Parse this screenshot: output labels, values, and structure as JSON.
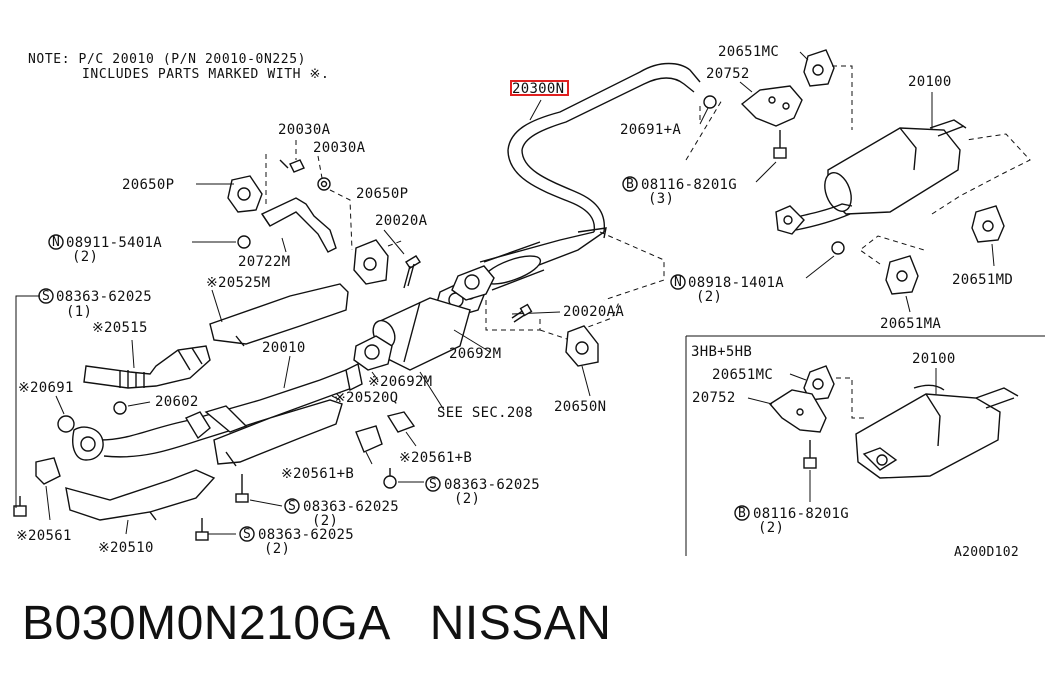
{
  "note": {
    "line1": "NOTE: P/C 20010 (P/N 20010-0N225)",
    "line2": "INCLUDES PARTS MARKED WITH ※."
  },
  "highlight_color": "#e02020",
  "labels": {
    "p20300N": "20300N",
    "p20651MC": "20651MC",
    "p20752": "20752",
    "p20100": "20100",
    "p20691A": "20691+A",
    "p08116_qty": "(3)",
    "p08116": "08116-8201G",
    "p20030A_1": "20030A",
    "p20030A_2": "20030A",
    "p20650P_1": "20650P",
    "p20650P_2": "20650P",
    "p20020A": "20020A",
    "p08911": "08911-5401A",
    "p08911_qty": "(2)",
    "p20722M": "20722M",
    "p20525M": "※20525M",
    "p08363_top": "08363-62025",
    "p08363_top_qty": "(1)",
    "p20515": "※20515",
    "p20010": "20010",
    "p20691": "※20691",
    "p20602": "20602",
    "p20692M_1": "※20692M",
    "p20692M_2": "20692M",
    "p20520Q": "※20520Q",
    "see_sec": "SEE SEC.208",
    "p20020AA": "20020AA",
    "p08918": "08918-1401A",
    "p08918_qty": "(2)",
    "p20651MD": "20651MD",
    "p20651MA": "20651MA",
    "p20650N": "20650N",
    "p20561B_1": "※20561+B",
    "p20561B_2": "※20561+B",
    "p08363_mid": "08363-62025",
    "p08363_mid_qty": "(2)",
    "p08363_right": "08363-62025",
    "p08363_right_qty": "(2)",
    "p08363_bot": "08363-62025",
    "p08363_bot_qty": "(2)",
    "p20561": "※20561",
    "p20510": "※20510",
    "inset_title": "3HB+5HB",
    "inset_20651MC": "20651MC",
    "inset_20752": "20752",
    "inset_20100": "20100",
    "inset_08116": "08116-8201G",
    "inset_08116_qty": "(2)",
    "ref_code": "A200D102",
    "mark_S": "S",
    "mark_N": "N",
    "mark_B": "B"
  },
  "caption": "B030M0N210GA   NISSAN"
}
